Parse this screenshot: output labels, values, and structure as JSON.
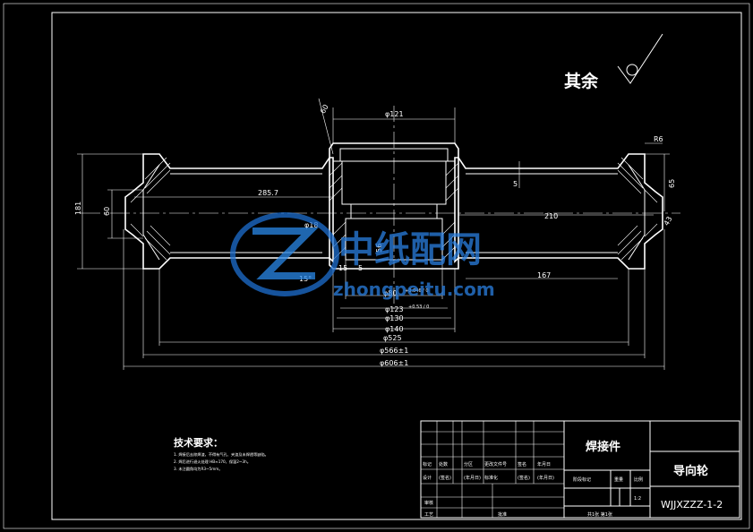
{
  "surface_mark": {
    "label": "其余"
  },
  "dimensions": {
    "d121": "φ121",
    "r6": "R6",
    "a60": "60",
    "a5": "5",
    "a65": "65",
    "r2857": "285.7",
    "r210": "210",
    "h181": "181",
    "h60": "60",
    "d18": "φ18",
    "d56": "56",
    "d5b": "5",
    "d15": "15",
    "a15deg": "15°",
    "d167": "167",
    "d80": "φ80",
    "d80tol": "+0.046 / 0",
    "d123": "φ123",
    "d123tol": "+0.53 / 0",
    "d130": "φ130",
    "d140": "φ140",
    "d525": "φ525",
    "d566": "φ566±1",
    "d606": "φ606±1",
    "a43": "43"
  },
  "watermark": {
    "text": "中纸配网",
    "url": "zhongpeitu.com"
  },
  "tech": {
    "title": "技术要求：",
    "line1": "1. 焊接后去除焊渣，不得有气孔、夹渣及未焊透等缺陷。",
    "line2": "2. 焊后进行退火处理 HB≈170，保温2~3h。",
    "line3": "3. 未注圆角均为R3~5mm。"
  },
  "title_block": {
    "part_label": "焊接件",
    "drawing_name": "导向轮",
    "drawing_number": "WJJXZZZ-1-2",
    "scale": "1:2",
    "row_labels": [
      "标记",
      "处数",
      "分区",
      "更改文件号",
      "签名",
      "年月日"
    ],
    "design": "设计",
    "sign1": "(签名)",
    "date1": "(年月日)",
    "standard": "标准化",
    "sign2": "(签名)",
    "date2": "(年月日)",
    "stage": "阶段标记",
    "weight": "重量",
    "ratio": "比例",
    "review": "审核",
    "process": "工艺",
    "approve": "批准",
    "sheets": "共1张  第1张"
  }
}
